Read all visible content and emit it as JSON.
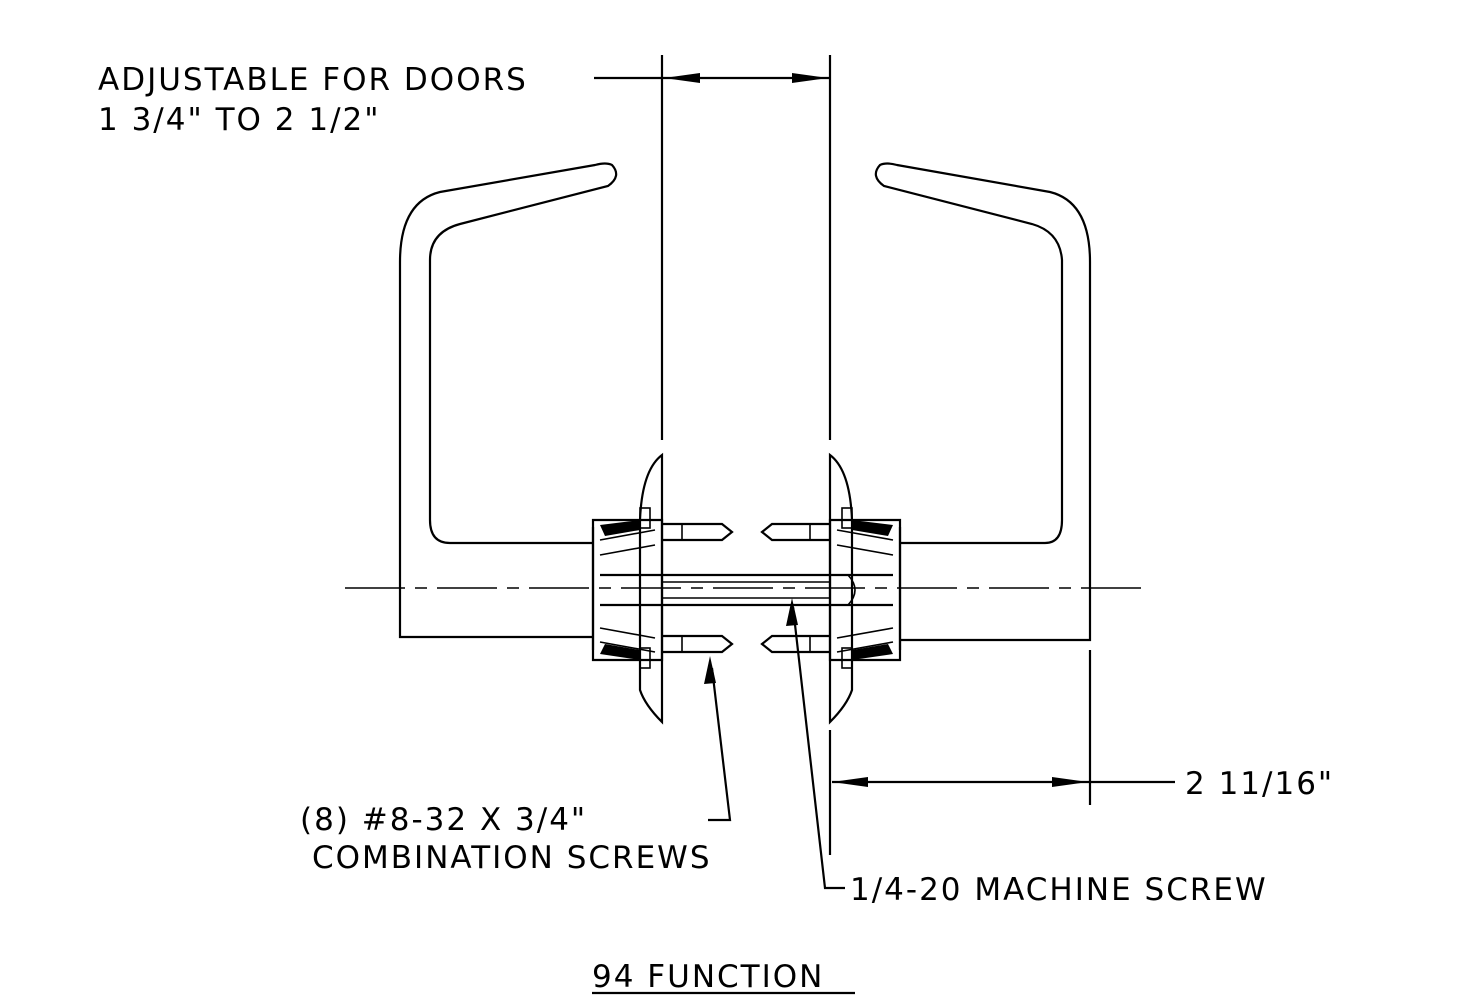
{
  "labels": {
    "adjustable_line1": "ADJUSTABLE FOR DOORS",
    "adjustable_line2": "1 3/4\" TO 2 1/2\"",
    "screws_line1": "(8) #8-32 X 3/4\"",
    "screws_line2": "COMBINATION SCREWS",
    "machine_screw": "1/4-20 MACHINE SCREW",
    "projection": "2 11/16\"",
    "title": "94 FUNCTION"
  }
}
